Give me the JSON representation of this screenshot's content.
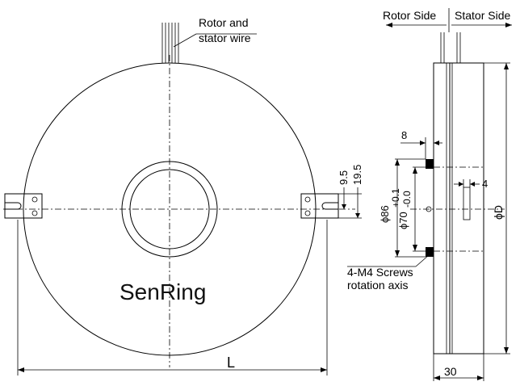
{
  "labels": {
    "wire_line1": "Rotor and",
    "wire_line2": "stator wire",
    "rotor_side": "Rotor Side",
    "stator_side": "Stator Side",
    "dim_8": "8",
    "dim_9_5": "9.5",
    "dim_19_5": "19.5",
    "dim_4": "4",
    "dim_86": "ϕ86",
    "dim_70": "ϕ70",
    "tol_plus": "+0.1",
    "tol_minus": "-0.0",
    "dim_D": "ϕD",
    "screws_line1": "4-M4 Screws",
    "screws_line2": "rotation axis",
    "brand": "SenRing",
    "dim_L": "L",
    "dim_30": "30"
  }
}
